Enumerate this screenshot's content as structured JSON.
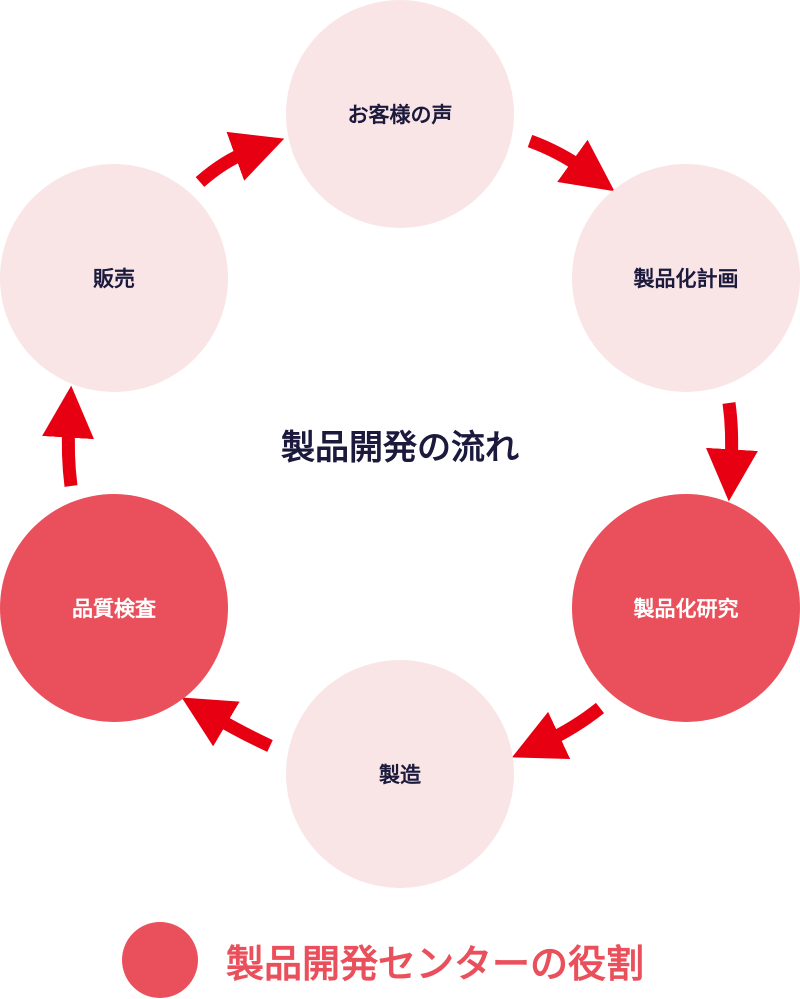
{
  "title": "製品開発の流れ",
  "steps": [
    {
      "label": "お客様の声",
      "highlighted": false
    },
    {
      "label": "製品化計画",
      "highlighted": false
    },
    {
      "label": "製品化研究",
      "highlighted": true
    },
    {
      "label": "製造",
      "highlighted": false
    },
    {
      "label": "品質検査",
      "highlighted": true
    },
    {
      "label": "販売",
      "highlighted": false
    }
  ],
  "legend": {
    "label": "製品開発センターの役割"
  },
  "colors": {
    "light": "#fae5e6",
    "highlight": "#e9505b",
    "arrow": "#e60012",
    "text": "#1b1a3d"
  }
}
